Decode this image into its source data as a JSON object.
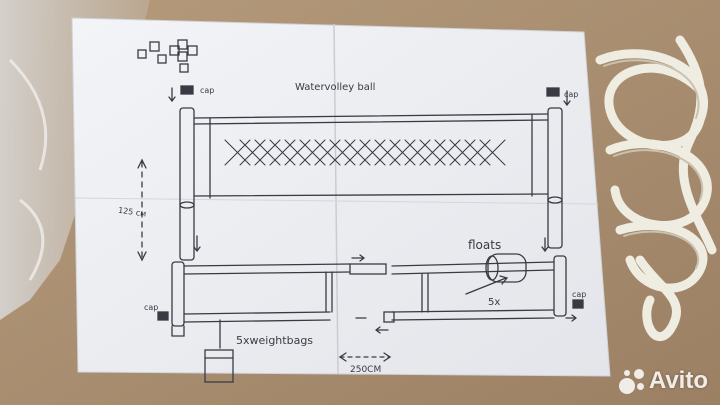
{
  "sketch": {
    "title": "Watervolley ball",
    "cap_label": "cap",
    "height_label": "125 см",
    "floats_label": "floats",
    "floats_count": "5x",
    "weight_label": "5xweightbags",
    "width_label": "250CM"
  },
  "watermark": {
    "brand": "Avito"
  },
  "colors": {
    "background": "#a98e72",
    "paper": "#eef0f3",
    "ink": "#3a3a44",
    "rope": "#efece2"
  }
}
